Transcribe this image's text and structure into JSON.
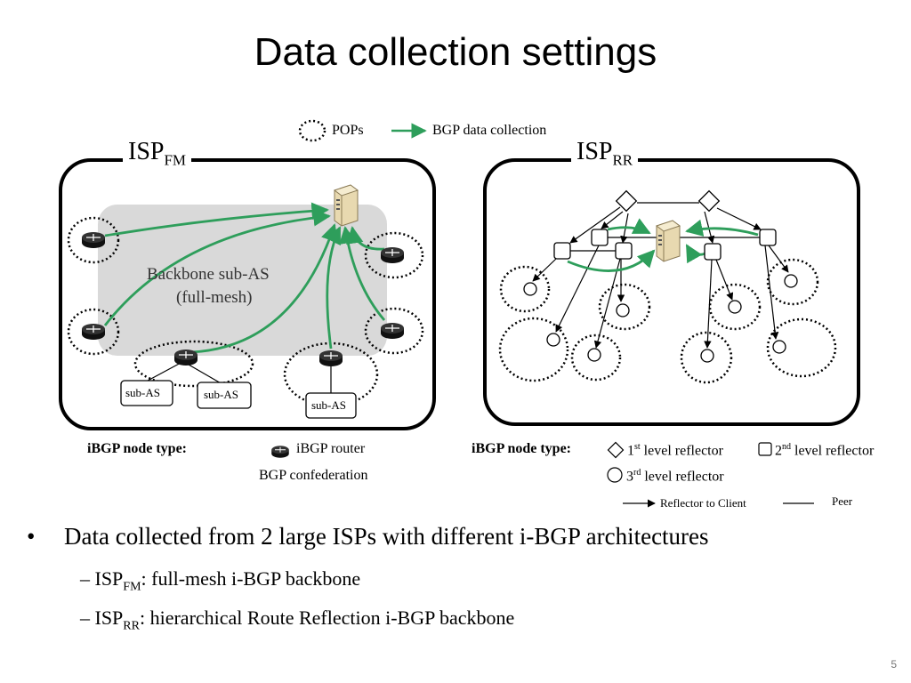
{
  "slide": {
    "title": "Data collection settings",
    "page_number": "5"
  },
  "legend": {
    "pops": "POPs",
    "bgp_collection": "BGP data collection"
  },
  "isp_fm": {
    "name": "ISP",
    "sub": "FM",
    "backbone_line1": "Backbone sub-AS",
    "backbone_line2": "(full-mesh)",
    "sub_as_labels": [
      "sub-AS",
      "sub-AS",
      "sub-AS"
    ],
    "node_type_label": "iBGP node type:",
    "router_legend": "iBGP router",
    "confederation_legend": "BGP confederation"
  },
  "isp_rr": {
    "name": "ISP",
    "sub": "RR",
    "node_type_label": "iBGP node type:",
    "first_num": "1",
    "first_sup": "st",
    "first_text": " level reflector",
    "second_num": "2",
    "second_sup": "nd",
    "second_text": " level reflector",
    "third_num": "3",
    "third_sup": "rd",
    "third_text": " level reflector",
    "reflector_to_client": "Reflector to Client",
    "peer": "Peer"
  },
  "bullets": {
    "main": "Data collected from 2 large ISPs with different i-BGP architectures",
    "main_marker": "•",
    "sub_marker": "–",
    "sub1_name": "ISP",
    "sub1_sub": "FM",
    "sub1_text": ": full-mesh i-BGP backbone",
    "sub2_name": "ISP",
    "sub2_sub": "RR",
    "sub2_text": ": hierarchical Route Reflection i-BGP backbone"
  },
  "colors": {
    "green_arrow": "#2e9e5b",
    "backbone_fill": "#d9d9d9",
    "frame": "#000000"
  }
}
